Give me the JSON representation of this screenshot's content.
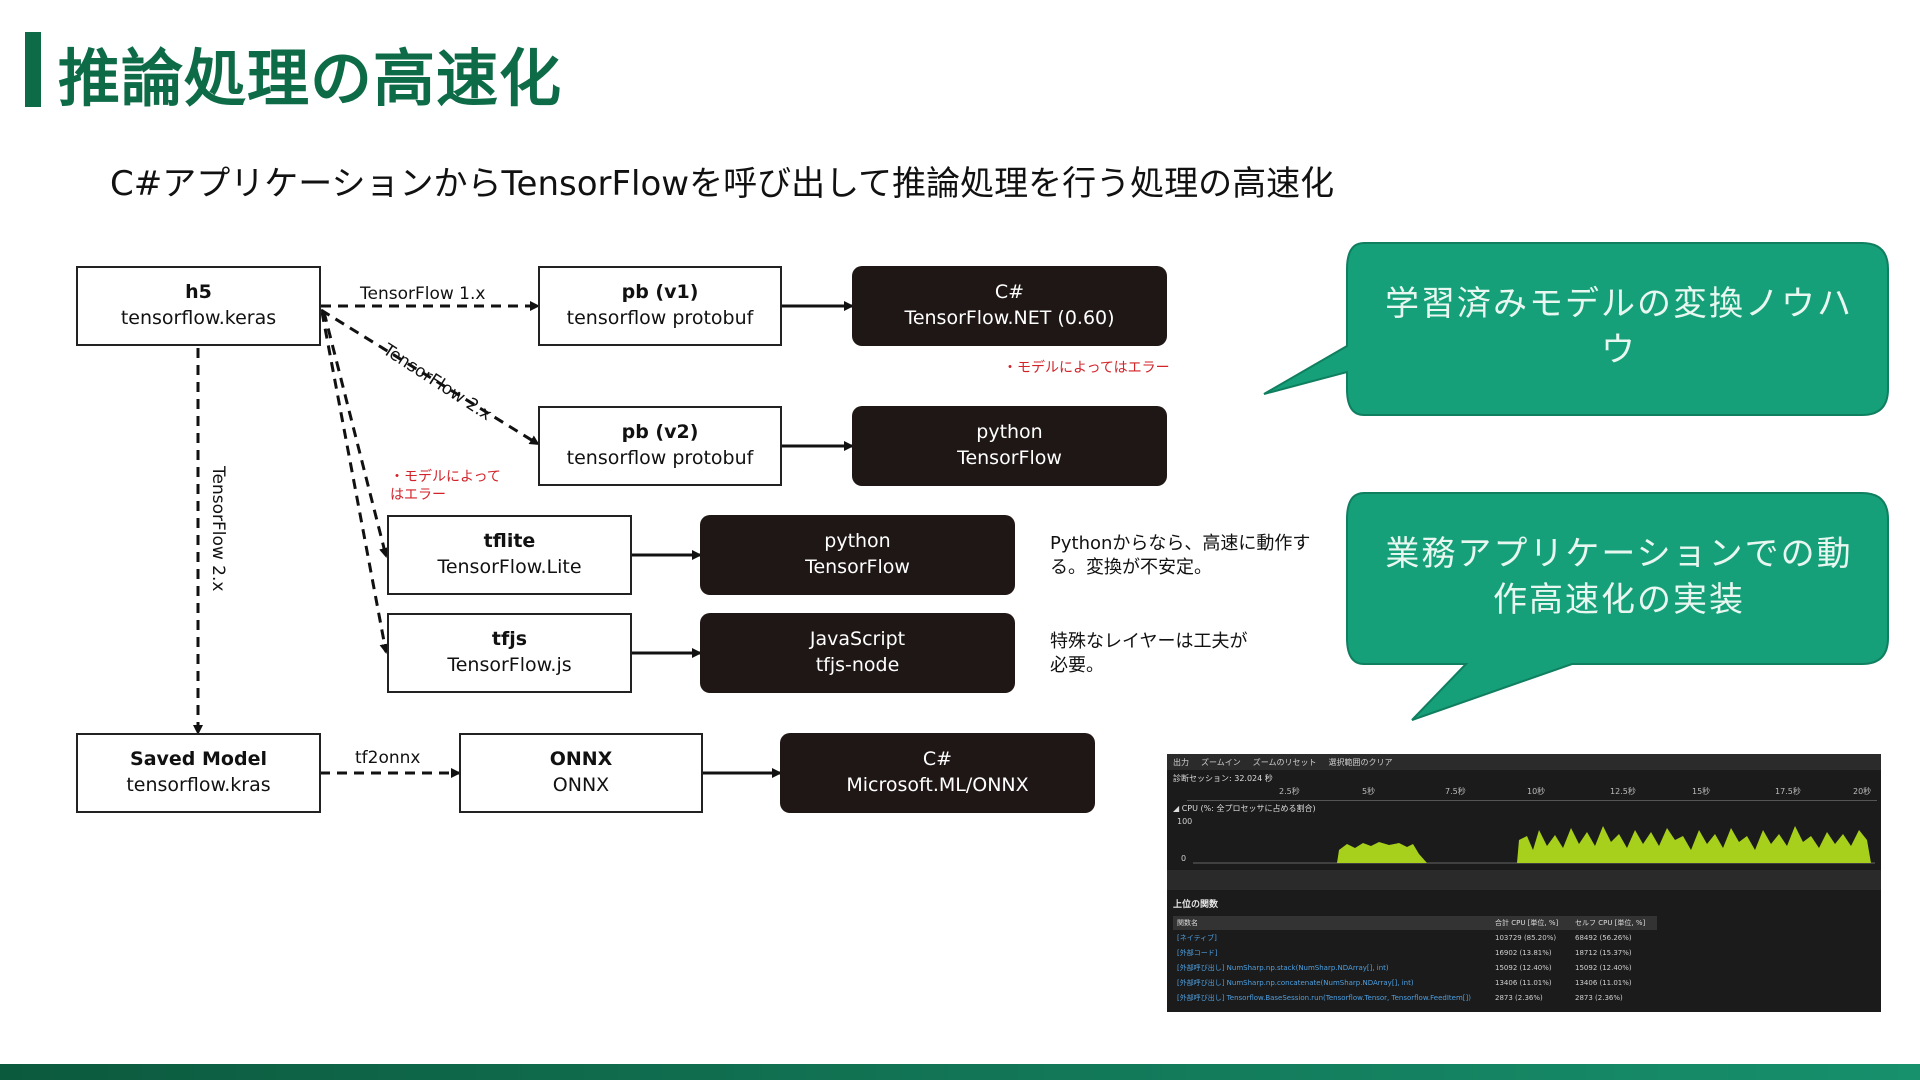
{
  "title": "推論処理の高速化",
  "subtitle": "C#アプリケーションからTensorFlowを呼び出して推論処理を行う処理の高速化",
  "colors": {
    "title_green": "#0e6b48",
    "callout_green": "#15a07a",
    "dark_box": "#1f1716",
    "red_note": "#d2232a",
    "cpu_graph": "#a7d01c"
  },
  "nodes": {
    "h5": {
      "title": "h5",
      "sub": "tensorflow.keras"
    },
    "pb_v1": {
      "title": "pb (v1)",
      "sub": "tensorflow protobuf"
    },
    "cs_tfnet": {
      "title": "C#",
      "sub": "TensorFlow.NET (0.60)"
    },
    "pb_v2": {
      "title": "pb (v2)",
      "sub": "tensorflow protobuf"
    },
    "py_tf1": {
      "title": "python",
      "sub": "TensorFlow"
    },
    "tflite": {
      "title": "tflite",
      "sub": "TensorFlow.Lite"
    },
    "py_tf2": {
      "title": "python",
      "sub": "TensorFlow"
    },
    "tfjs": {
      "title": "tfjs",
      "sub": "TensorFlow.js"
    },
    "js_node": {
      "title": "JavaScript",
      "sub": "tfjs-node"
    },
    "saved": {
      "title": "Saved Model",
      "sub": "tensorflow.kras"
    },
    "onnx": {
      "title": "ONNX",
      "sub": "ONNX"
    },
    "cs_mlonnx": {
      "title": "C#",
      "sub": "Microsoft.ML/ONNX"
    }
  },
  "edges": {
    "tf1x": "TensorFlow 1.x",
    "tf2x": "TensorFlow 2.x",
    "tf2x_vertical": "TensorFlow 2.x",
    "tf2onnx": "tf2onnx"
  },
  "notes": {
    "error1": "・モデルによってはエラー",
    "error2_line1": "・モデルによって",
    "error2_line2": "はエラー",
    "python_note": "Pythonからなら、高速に動作する。変換が不安定。",
    "layer_note": "特殊なレイヤーは工夫が必要。"
  },
  "callouts": {
    "top": "学習済みモデルの変換ノウハウ",
    "bottom": "業務アプリケーションでの動作高速化の実装"
  },
  "profiler": {
    "toolbar": [
      "出力",
      "ズームイン",
      "ズームのリセット",
      "選択範囲のクリア"
    ],
    "session": "診断セッション: 32.024 秒",
    "ticks": [
      "2.5秒",
      "5秒",
      "7.5秒",
      "10秒",
      "12.5秒",
      "15秒",
      "17.5秒",
      "20秒"
    ],
    "cpu_label": "◢ CPU (%: 全プロセッサに占める割合)",
    "y_max": "100",
    "y_min": "0",
    "section_title": "上位の関数",
    "columns": [
      "関数名",
      "合計 CPU [単位, %]",
      "セルフ CPU [単位, %]"
    ],
    "rows": [
      {
        "name": "[ネイティブ]",
        "total": "103729 (85.20%)",
        "self": "68492 (56.26%)"
      },
      {
        "name": "[外部コード]",
        "total": "16902 (13.81%)",
        "self": "18712 (15.37%)"
      },
      {
        "name": "[外部呼び出し] NumSharp.np.stack(NumSharp.NDArray[], int)",
        "total": "15092 (12.40%)",
        "self": "15092 (12.40%)"
      },
      {
        "name": "[外部呼び出し] NumSharp.np.concatenate(NumSharp.NDArray[], int)",
        "total": "13406 (11.01%)",
        "self": "13406 (11.01%)"
      },
      {
        "name": "[外部呼び出し] Tensorflow.BaseSession.run(Tensorflow.Tensor, Tensorflow.FeedItem[])",
        "total": "2873 (2.36%)",
        "self": "2873 (2.36%)"
      }
    ]
  }
}
